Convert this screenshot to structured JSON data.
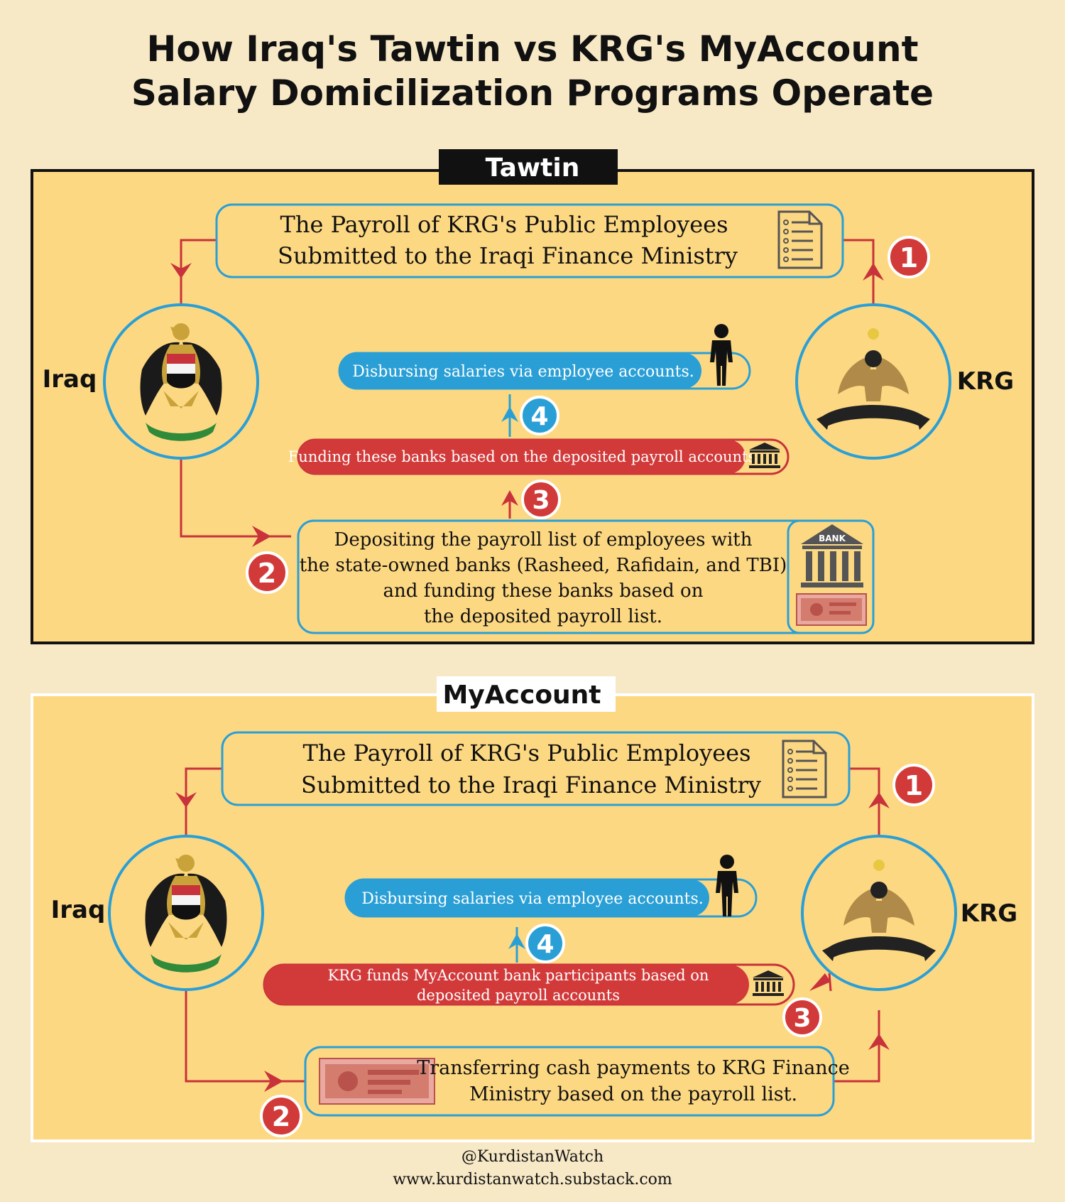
{
  "title": {
    "line1": "How Iraq's Tawtin vs KRG's MyAccount",
    "line2": "Salary Domicilization Programs Operate"
  },
  "colors": {
    "panel_fill": "#fdd882",
    "blue": "#2a9fd6",
    "red": "#d23a3a",
    "dark": "#111111",
    "page_bg": "#f7e8c6"
  },
  "icons": {
    "document": "document-list-icon",
    "person": "person-icon",
    "bank": "bank-icon",
    "bank_labeled": "bank-building-icon",
    "banknote": "dinar-banknote-icon",
    "iraq_emblem": "iraq-eagle-emblem-icon",
    "krg_emblem": "krg-eagle-emblem-icon"
  },
  "tawtin": {
    "title": "Tawtin",
    "left_label": "Iraq",
    "right_label": "KRG",
    "payroll_line1": "The Payroll of KRG's Public Employees",
    "payroll_line2": "Submitted to the Iraqi Finance Ministry",
    "disbursing": "Disbursing salaries via employee accounts.",
    "funding": "Funding these banks based on the deposited payroll accounts",
    "depositing_line1": "Depositing the payroll list of employees with",
    "depositing_line2": "the state-owned banks (Rasheed, Rafidain, and TBI)",
    "depositing_line3": "and funding these banks based on",
    "depositing_line4": "the deposited payroll list.",
    "bank_sign": "BANK",
    "steps": [
      "1",
      "2",
      "3",
      "4"
    ]
  },
  "myaccount": {
    "title": "MyAccount",
    "left_label": "Iraq",
    "right_label": "KRG",
    "payroll_line1": "The Payroll of KRG's Public Employees",
    "payroll_line2": "Submitted to the Iraqi Finance Ministry",
    "disbursing": "Disbursing salaries via employee accounts.",
    "funding_line1": "KRG funds MyAccount bank participants based on",
    "funding_line2": "deposited payroll accounts",
    "transfer_line1": "Transferring cash payments to KRG Finance",
    "transfer_line2": "Ministry based on the payroll list.",
    "steps": [
      "1",
      "2",
      "3",
      "4"
    ]
  },
  "footer": {
    "handle": "@KurdistanWatch",
    "url": "www.kurdistanwatch.substack.com"
  }
}
